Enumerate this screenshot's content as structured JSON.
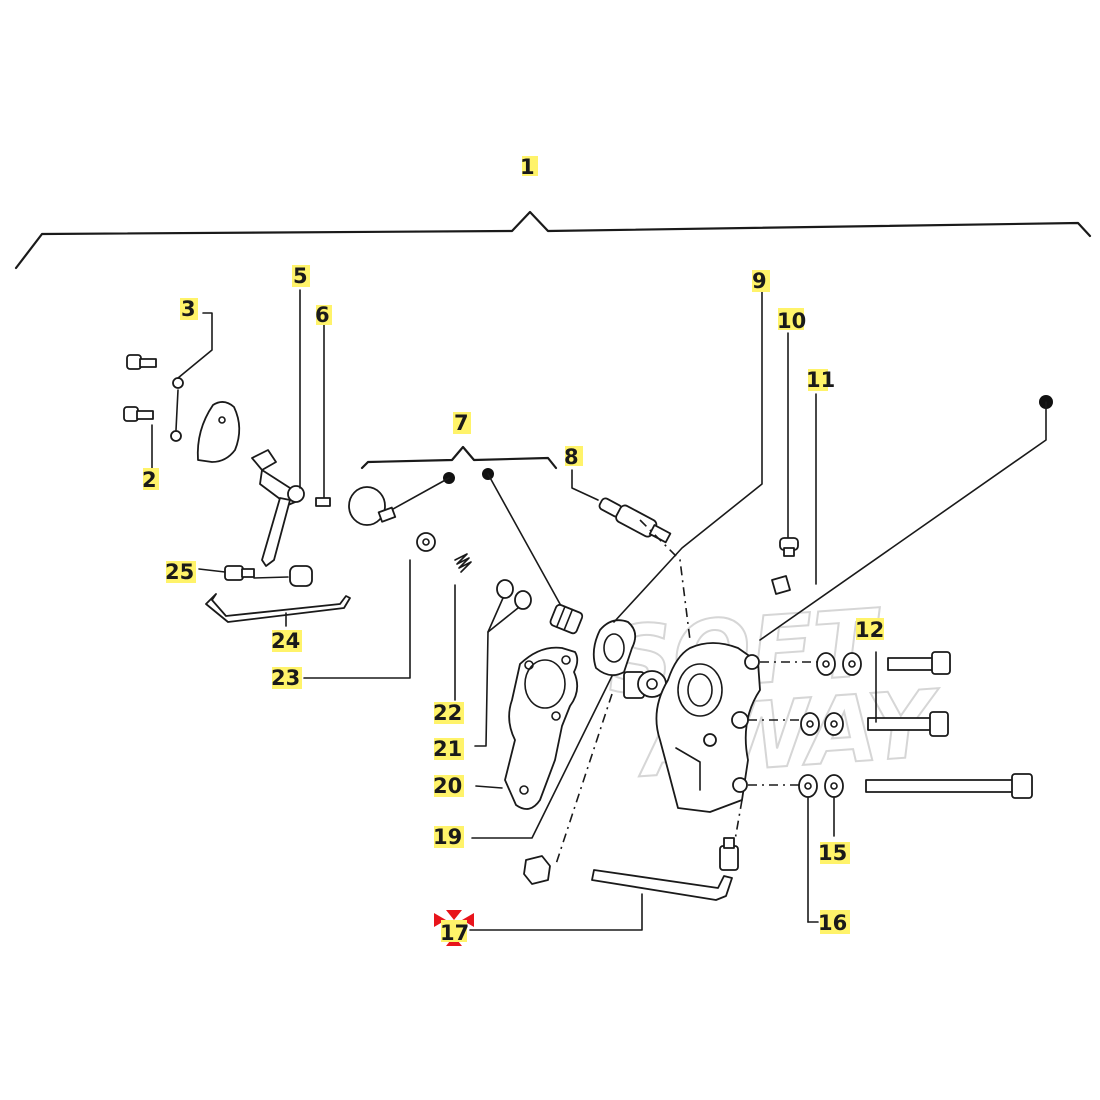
{
  "watermark": {
    "line1": "SOFT",
    "line2": "AWAY"
  },
  "callouts": {
    "c1": "1",
    "c2": "2",
    "c3": "3",
    "c5": "5",
    "c6": "6",
    "c7": "7",
    "c8": "8",
    "c9": "9",
    "c10": "10",
    "c11": "11",
    "c12": "12",
    "c15": "15",
    "c16": "16",
    "c17": "17",
    "c19": "19",
    "c20": "20",
    "c21": "21",
    "c22": "22",
    "c23": "23",
    "c24": "24",
    "c25": "25"
  },
  "colors": {
    "highlight": "#fff36a",
    "ink": "#1a1a1a",
    "marker": "#e8141b"
  }
}
